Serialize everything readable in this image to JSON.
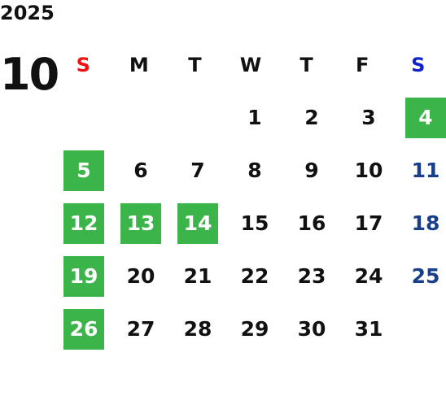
{
  "calendar": {
    "year": "2025",
    "month": "10",
    "weekdays": [
      "S",
      "M",
      "T",
      "W",
      "T",
      "F",
      "S"
    ],
    "leading_blanks": 3,
    "days": [
      "1",
      "2",
      "3",
      "4",
      "5",
      "6",
      "7",
      "8",
      "9",
      "10",
      "11",
      "12",
      "13",
      "14",
      "15",
      "16",
      "17",
      "18",
      "19",
      "20",
      "21",
      "22",
      "23",
      "24",
      "25",
      "26",
      "27",
      "28",
      "29",
      "30",
      "31"
    ],
    "highlighted": [
      "4",
      "5",
      "12",
      "13",
      "14",
      "19",
      "26"
    ],
    "colors": {
      "sunday_header": "#ee1111",
      "saturday_header": "#1122cc",
      "saturday_date": "#1a3f8a",
      "highlight_bg": "#3bb54a",
      "highlight_text": "#ffffff",
      "default_text": "#111111"
    }
  }
}
